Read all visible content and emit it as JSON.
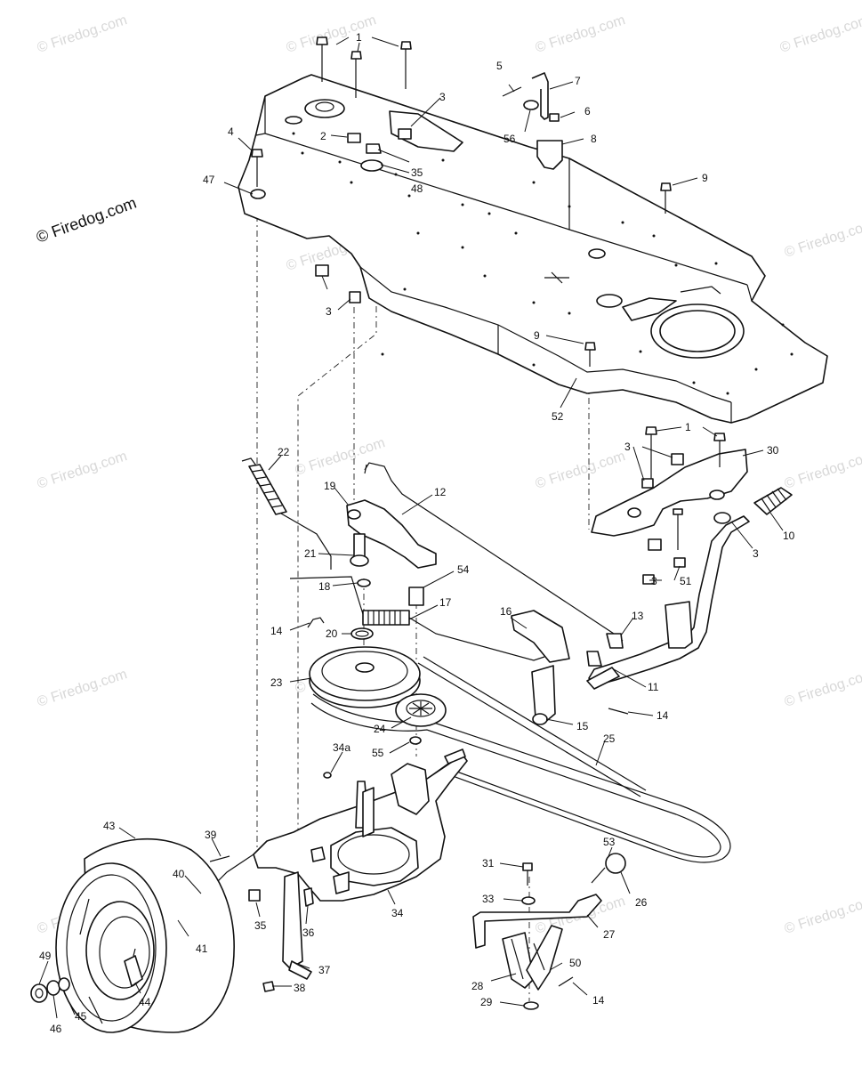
{
  "watermark": {
    "text": "© Firedog.com"
  },
  "copyright": "© Firedog.com",
  "callouts": [
    {
      "n": "1a",
      "text": "1"
    },
    {
      "n": "2",
      "text": "2"
    },
    {
      "n": "3a",
      "text": "3"
    },
    {
      "n": "4",
      "text": "4"
    },
    {
      "n": "5",
      "text": "5"
    },
    {
      "n": "6",
      "text": "6"
    },
    {
      "n": "7",
      "text": "7"
    },
    {
      "n": "8",
      "text": "8"
    },
    {
      "n": "9a",
      "text": "9"
    },
    {
      "n": "9b",
      "text": "9"
    },
    {
      "n": "47",
      "text": "47"
    },
    {
      "n": "48",
      "text": "48"
    },
    {
      "n": "35a",
      "text": "35"
    },
    {
      "n": "56",
      "text": "56"
    },
    {
      "n": "3b",
      "text": "3"
    },
    {
      "n": "52",
      "text": "52"
    },
    {
      "n": "1b",
      "text": "1"
    },
    {
      "n": "3c",
      "text": "3"
    },
    {
      "n": "30",
      "text": "30"
    },
    {
      "n": "10",
      "text": "10"
    },
    {
      "n": "3d",
      "text": "3"
    },
    {
      "n": "3e",
      "text": "3"
    },
    {
      "n": "51",
      "text": "51"
    },
    {
      "n": "22",
      "text": "22"
    },
    {
      "n": "19",
      "text": "19"
    },
    {
      "n": "12",
      "text": "12"
    },
    {
      "n": "21",
      "text": "21"
    },
    {
      "n": "54",
      "text": "54"
    },
    {
      "n": "18",
      "text": "18"
    },
    {
      "n": "17",
      "text": "17"
    },
    {
      "n": "16",
      "text": "16"
    },
    {
      "n": "13",
      "text": "13"
    },
    {
      "n": "14a",
      "text": "14"
    },
    {
      "n": "20",
      "text": "20"
    },
    {
      "n": "23",
      "text": "23"
    },
    {
      "n": "11",
      "text": "11"
    },
    {
      "n": "14b",
      "text": "14"
    },
    {
      "n": "15",
      "text": "15"
    },
    {
      "n": "24",
      "text": "24"
    },
    {
      "n": "25",
      "text": "25"
    },
    {
      "n": "34a",
      "text": "34a"
    },
    {
      "n": "55",
      "text": "55"
    },
    {
      "n": "43",
      "text": "43"
    },
    {
      "n": "39",
      "text": "39"
    },
    {
      "n": "40",
      "text": "40"
    },
    {
      "n": "41",
      "text": "41"
    },
    {
      "n": "35b",
      "text": "35"
    },
    {
      "n": "36",
      "text": "36"
    },
    {
      "n": "34",
      "text": "34"
    },
    {
      "n": "37",
      "text": "37"
    },
    {
      "n": "38",
      "text": "38"
    },
    {
      "n": "49",
      "text": "49"
    },
    {
      "n": "46",
      "text": "46"
    },
    {
      "n": "45",
      "text": "45"
    },
    {
      "n": "44",
      "text": "44"
    },
    {
      "n": "31",
      "text": "31"
    },
    {
      "n": "53",
      "text": "53"
    },
    {
      "n": "26",
      "text": "26"
    },
    {
      "n": "33",
      "text": "33"
    },
    {
      "n": "27",
      "text": "27"
    },
    {
      "n": "28",
      "text": "28"
    },
    {
      "n": "50",
      "text": "50"
    },
    {
      "n": "29",
      "text": "29"
    },
    {
      "n": "14c",
      "text": "14"
    }
  ]
}
